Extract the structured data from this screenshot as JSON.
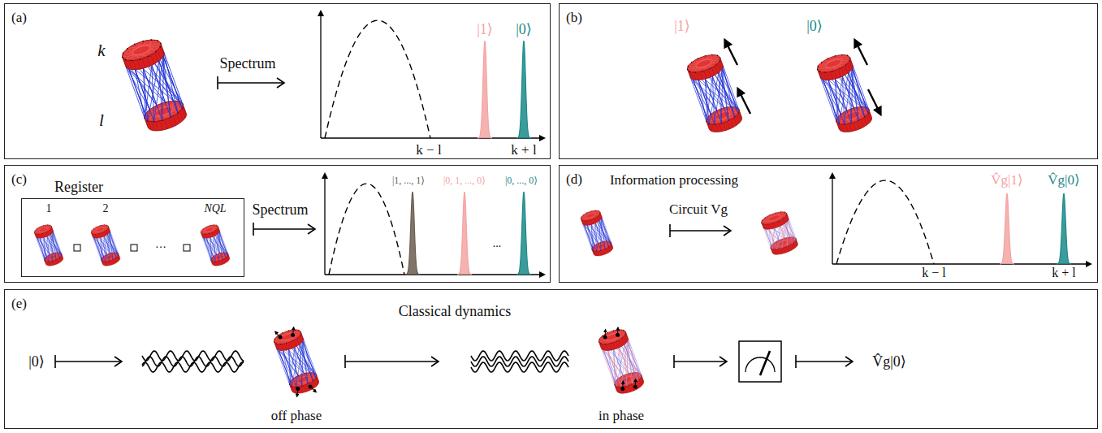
{
  "diagram": {
    "nodes": [
      {
        "text": [
          "(a)"
        ]
      },
      {
        "text": [
          "(b)"
        ]
      },
      {
        "text": [
          "(c)"
        ]
      },
      {
        "text": [
          "(d)"
        ]
      },
      {
        "text": [
          "(e)"
        ]
      },
      {
        "text": [
          "Register"
        ],
        "in": 2
      }
    ],
    "labels": [
      "k",
      "l",
      "Spectrum",
      "|1⟩",
      "|0⟩",
      "k − l",
      "k + l",
      "|1⟩",
      "|0⟩",
      "1",
      "2",
      "NQL",
      "···",
      "Spectrum",
      "|1, ..., 1⟩",
      "|0, 1, ..., 0⟩",
      "...",
      "|0, ..., 0⟩",
      "Information processing",
      "Circuit Vg",
      "V̂g|1⟩",
      "V̂g|0⟩",
      "k − l",
      "k + l",
      "|0⟩",
      "Classical dynamics",
      "off phase",
      "in phase",
      "V̂g|0⟩"
    ]
  }
}
